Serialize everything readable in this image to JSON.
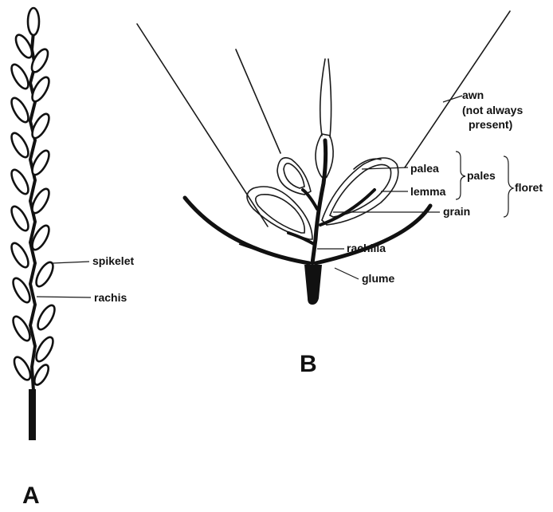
{
  "panel_a": {
    "letter": "A",
    "labels": {
      "spikelet": "spikelet",
      "rachis": "rachis"
    }
  },
  "panel_b": {
    "letter": "B",
    "labels": {
      "awn_line1": "awn",
      "awn_line2": "(not always",
      "awn_line3": "present)",
      "palea": "palea",
      "lemma": "lemma",
      "grain": "grain",
      "pales": "pales",
      "floret": "floret",
      "rachilla": "rachilla",
      "glume": "glume"
    }
  }
}
